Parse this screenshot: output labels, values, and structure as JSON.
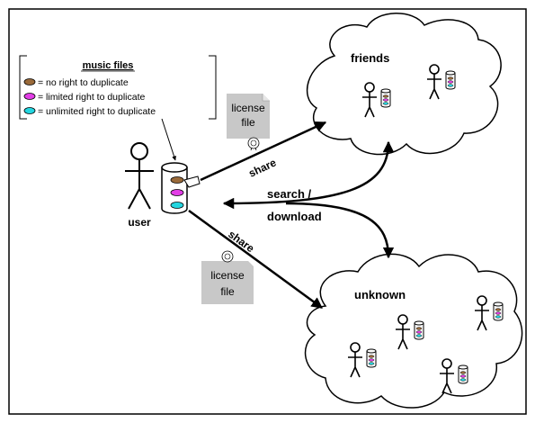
{
  "legend": {
    "title": "music files",
    "items": [
      {
        "label": "= no right to duplicate",
        "color": "#9a6a3a"
      },
      {
        "label": "= limited right to duplicate",
        "color": "#e23ee6"
      },
      {
        "label": "= unlimited right to duplicate",
        "color": "#24d6e0"
      }
    ]
  },
  "user_label": "user",
  "friends_label": "friends",
  "unknown_label": "unknown",
  "arrows": {
    "share_top": "share",
    "share_bottom": "share",
    "search_line1": "search /",
    "search_line2": "download"
  },
  "license_top": {
    "line1": "license",
    "line2": "file"
  },
  "license_bottom": {
    "line1": "license",
    "line2": "file"
  }
}
